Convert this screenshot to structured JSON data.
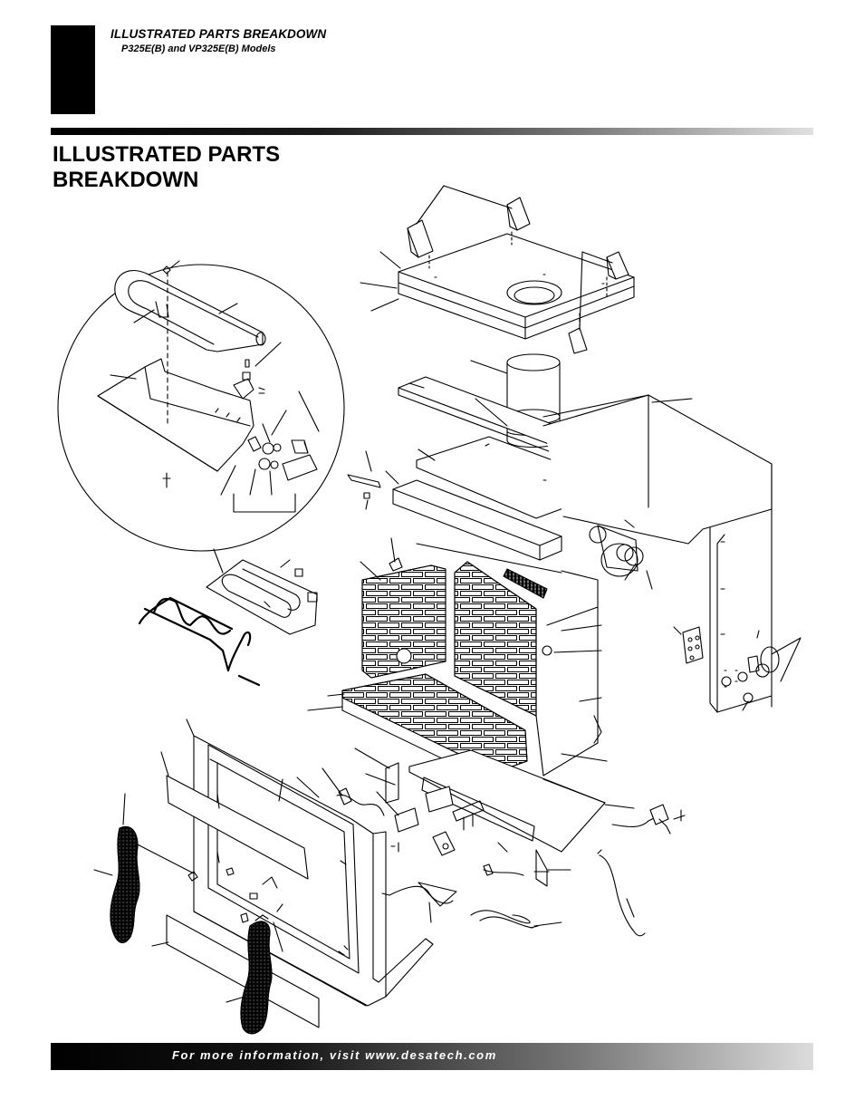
{
  "header": {
    "section_title": "ILLUSTRATED PARTS BREAKDOWN",
    "models": "P325E(B) and VP325E(B) Models"
  },
  "page": {
    "title_line1": "ILLUSTRATED PARTS",
    "title_line2": "BREAKDOWN"
  },
  "footer": {
    "text": "For more information, visit www.desatech.com"
  },
  "colors": {
    "ink": "#000000",
    "paper": "#ffffff",
    "logs": "#2e2e2e"
  }
}
